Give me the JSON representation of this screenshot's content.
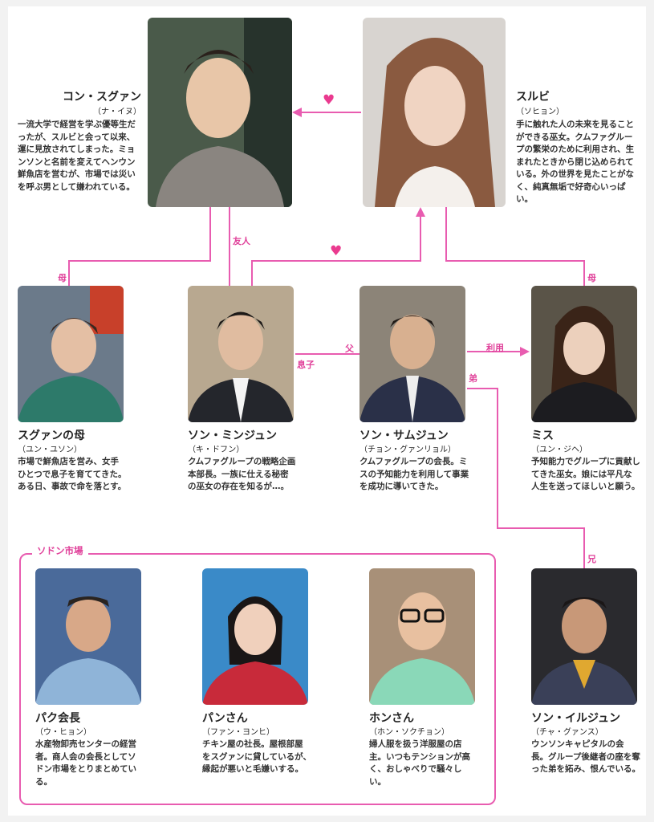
{
  "accent_color": "#e85cb0",
  "heart_glyph": "♥",
  "market_label": "ソドン市場",
  "characters": [
    {
      "name": "コン・スグァン",
      "actor": "（ナ・イヌ）",
      "desc": "一流大学で経営を学ぶ優等生だったが、スルビと会って以来、運に見放されてしまった。ミョンソンと名前を変えてヘンウン鮮魚店を営むが、市場では災いを呼ぶ男として嫌われている。"
    },
    {
      "name": "スルビ",
      "actor": "（ソヒョン）",
      "desc": "手に触れた人の未来を見ることができる巫女。クムファグループの繁栄のために利用され、生まれたときから閉じ込められている。外の世界を見たことがなく、純真無垢で好奇心いっぱい。"
    },
    {
      "name": "スグァンの母",
      "actor": "（ユン・ユソン）",
      "desc": "市場で鮮魚店を営み、女手ひとつで息子を育ててきた。ある日、事故で命を落とす。"
    },
    {
      "name": "ソン・ミンジュン",
      "actor": "（キ・ドフン）",
      "desc": "クムファグループの戦略企画本部長。一族に仕える秘密の巫女の存在を知るが…。"
    },
    {
      "name": "ソン・サムジュン",
      "actor": "（チョン・グァンリョル）",
      "desc": "クムファグループの会長。ミスの予知能力を利用して事業を成功に導いてきた。"
    },
    {
      "name": "ミス",
      "actor": "（ユン・ジヘ）",
      "desc": "予知能力でグループに貢献してきた巫女。娘には平凡な人生を送ってほしいと願う。"
    },
    {
      "name": "パク会長",
      "actor": "（ウ・ヒョン）",
      "desc": "水産物卸売センターの経営者。商人会の会長としてソドン市場をとりまとめている。"
    },
    {
      "name": "パンさん",
      "actor": "（ファン・ヨンヒ）",
      "desc": "チキン屋の社長。屋根部屋をスグァンに貸しているが、縁起が悪いと毛嫌いする。"
    },
    {
      "name": "ホンさん",
      "actor": "（ホン・ソクチョン）",
      "desc": "婦人服を扱う洋服屋の店主。いつもテンションが高く、おしゃべりで騒々しい。"
    },
    {
      "name": "ソン・イルジュン",
      "actor": "（チャ・グァンス）",
      "desc": "ウンソンキャピタルの会長。グループ後継者の座を奪った弟を妬み、恨んでいる。"
    }
  ],
  "relations": {
    "friend": "友人",
    "mother_left": "母",
    "son": "息子",
    "father": "父",
    "use": "利用",
    "mother_right": "母",
    "younger_brother": "弟",
    "older_brother": "兄"
  }
}
